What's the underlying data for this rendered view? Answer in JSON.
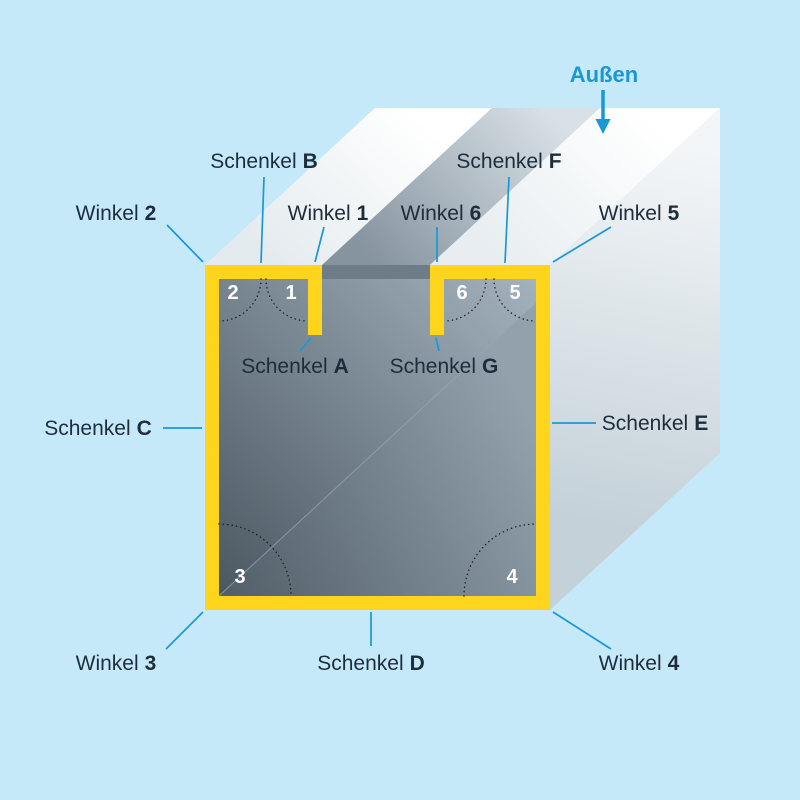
{
  "colors": {
    "background": "#c6e9fa",
    "profile_yellow": "#ffd41c",
    "accent_blue": "#1a97d5",
    "label_text": "#1e2d3b",
    "corner_number": "#ffffff"
  },
  "aussen": {
    "label": "Außen"
  },
  "labels": {
    "schenkel_b": {
      "prefix": "Schenkel",
      "key": "B"
    },
    "schenkel_f": {
      "prefix": "Schenkel",
      "key": "F"
    },
    "winkel_2": {
      "prefix": "Winkel",
      "key": "2"
    },
    "winkel_1": {
      "prefix": "Winkel",
      "key": "1"
    },
    "winkel_6": {
      "prefix": "Winkel",
      "key": "6"
    },
    "winkel_5": {
      "prefix": "Winkel",
      "key": "5"
    },
    "schenkel_a": {
      "prefix": "Schenkel",
      "key": "A"
    },
    "schenkel_g": {
      "prefix": "Schenkel",
      "key": "G"
    },
    "schenkel_c": {
      "prefix": "Schenkel",
      "key": "C"
    },
    "schenkel_e": {
      "prefix": "Schenkel",
      "key": "E"
    },
    "winkel_3": {
      "prefix": "Winkel",
      "key": "3"
    },
    "schenkel_d": {
      "prefix": "Schenkel",
      "key": "D"
    },
    "winkel_4": {
      "prefix": "Winkel",
      "key": "4"
    }
  },
  "corner_numbers": {
    "c1": "1",
    "c2": "2",
    "c3": "3",
    "c4": "4",
    "c5": "5",
    "c6": "6"
  }
}
